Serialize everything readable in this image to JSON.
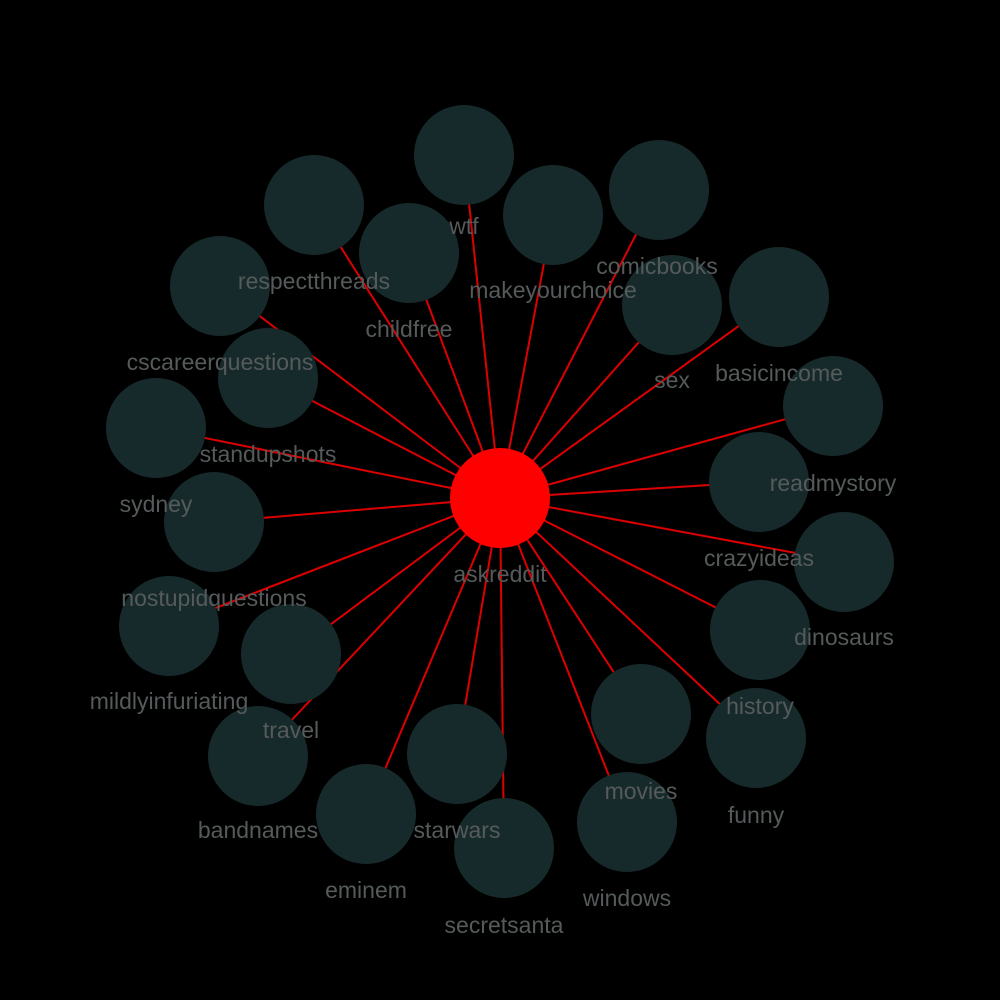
{
  "colors": {
    "background": "#000000",
    "center_node": "#ff0000",
    "edge": "#dd0000",
    "leaf_node": "#172a2b",
    "label": "#555a5b"
  },
  "graph": {
    "center": {
      "id": "askreddit",
      "label": "askreddit"
    },
    "nodes": [
      {
        "id": "wtf",
        "label": "wtf"
      },
      {
        "id": "makeyourchoice",
        "label": "makeyourchoice"
      },
      {
        "id": "comicbooks",
        "label": "comicbooks"
      },
      {
        "id": "sex",
        "label": "sex"
      },
      {
        "id": "basicincome",
        "label": "basicincome"
      },
      {
        "id": "readmystory",
        "label": "readmystory"
      },
      {
        "id": "crazyideas",
        "label": "crazyideas"
      },
      {
        "id": "dinosaurs",
        "label": "dinosaurs"
      },
      {
        "id": "history",
        "label": "history"
      },
      {
        "id": "funny",
        "label": "funny"
      },
      {
        "id": "movies",
        "label": "movies"
      },
      {
        "id": "windows",
        "label": "windows"
      },
      {
        "id": "secretsanta",
        "label": "secretsanta"
      },
      {
        "id": "starwars",
        "label": "starwars"
      },
      {
        "id": "eminem",
        "label": "eminem"
      },
      {
        "id": "bandnames",
        "label": "bandnames"
      },
      {
        "id": "travel",
        "label": "travel"
      },
      {
        "id": "mildlyinfuriating",
        "label": "mildlyinfuriating"
      },
      {
        "id": "nostupidquestions",
        "label": "nostupidquestions"
      },
      {
        "id": "sydney",
        "label": "sydney"
      },
      {
        "id": "standupshots",
        "label": "standupshots"
      },
      {
        "id": "cscareerquestions",
        "label": "cscareerquestions"
      },
      {
        "id": "respectthreads",
        "label": "respectthreads"
      },
      {
        "id": "childfree",
        "label": "childfree"
      }
    ]
  }
}
